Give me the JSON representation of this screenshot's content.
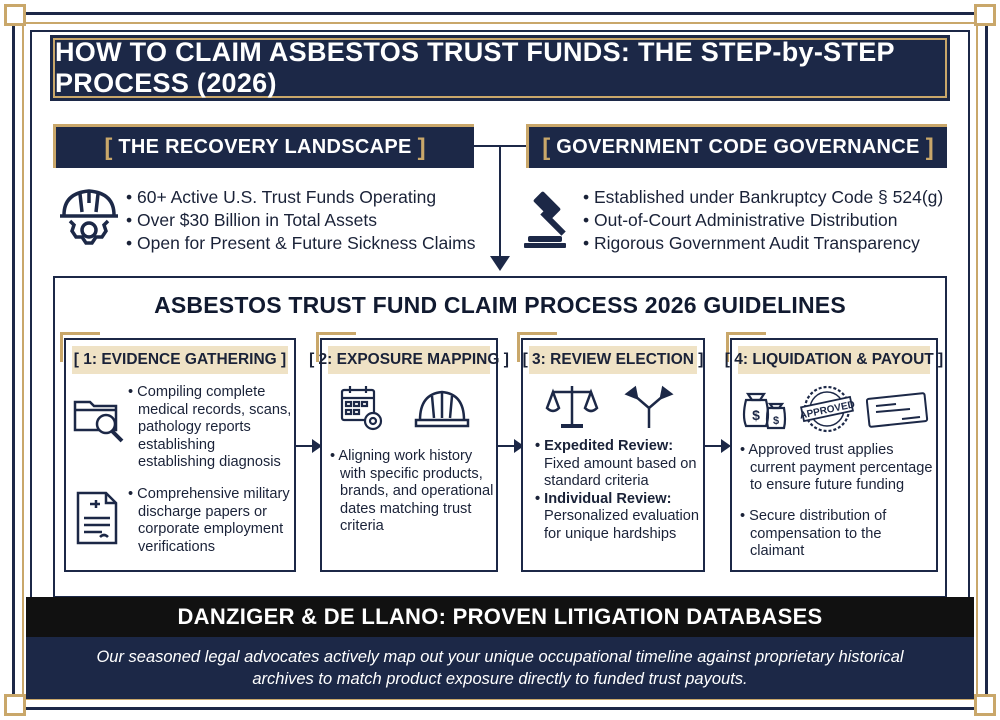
{
  "title": "HOW TO CLAIM ASBESTOS TRUST FUNDS: THE STEP-by-STEP PROCESS (2026)",
  "colors": {
    "navy": "#1c2847",
    "gold": "#c9a76a",
    "step_header_bg": "#efe2c5",
    "footer_black": "#111111"
  },
  "recovery": {
    "heading": "THE RECOVERY LANDSCAPE",
    "icon": "hardhat-gear-icon",
    "bullets": [
      "60+ Active U.S. Trust Funds Operating",
      "Over $30 Billion in Total Assets",
      "Open for Present & Future Sickness Claims"
    ]
  },
  "governance": {
    "heading": "GOVERNMENT CODE GOVERNANCE",
    "icon": "gavel-icon",
    "bullets": [
      "Established under Bankruptcy Code § 524(g)",
      "Out-of-Court Administrative Distribution",
      "Rigorous Government Audit Transparency"
    ]
  },
  "process": {
    "title": "ASBESTOS TRUST FUND CLAIM PROCESS 2026 GUIDELINES",
    "steps": [
      {
        "heading": "[ 1: EVIDENCE GATHERING ]",
        "icons": [
          "folder-magnifier-icon",
          "medical-document-icon"
        ],
        "bullet1": "• Compiling complete medical records, scans, pathology reports establishing establishing diagnosis",
        "bullet2": "• Comprehensive military discharge papers or corporate employment verifications"
      },
      {
        "heading": "[ 2: EXPOSURE MAPPING ]",
        "icons": [
          "calendar-gear-icon",
          "hardhat-icon"
        ],
        "bullet1": "• Aligning work history with specific products, brands, and operational dates matching trust criteria"
      },
      {
        "heading": "[ 3: REVIEW ELECTION ]",
        "icons": [
          "scales-icon",
          "split-arrows-icon"
        ],
        "b1_label": "• Expedited Review:",
        "b1_text": "Fixed amount based on standard criteria",
        "b2_label": "• Individual Review:",
        "b2_text": "Personalized evaluation for unique hardships"
      },
      {
        "heading": "[ 4: LIQUIDATION & PAYOUT ]",
        "icons": [
          "money-bags-icon",
          "approved-stamp-icon",
          "check-icon"
        ],
        "stamp_text": "APPROVED",
        "bullet1": "• Approved trust applies current payment percentage to ensure future funding",
        "bullet2": "• Secure distribution of compensation to the claimant"
      }
    ]
  },
  "footer": {
    "heading": "DANZIGER & DE LLANO: PROVEN LITIGATION DATABASES",
    "body": "Our seasoned legal advocates actively map out your unique occupational timeline against proprietary historical archives to match product exposure directly to funded trust payouts."
  }
}
